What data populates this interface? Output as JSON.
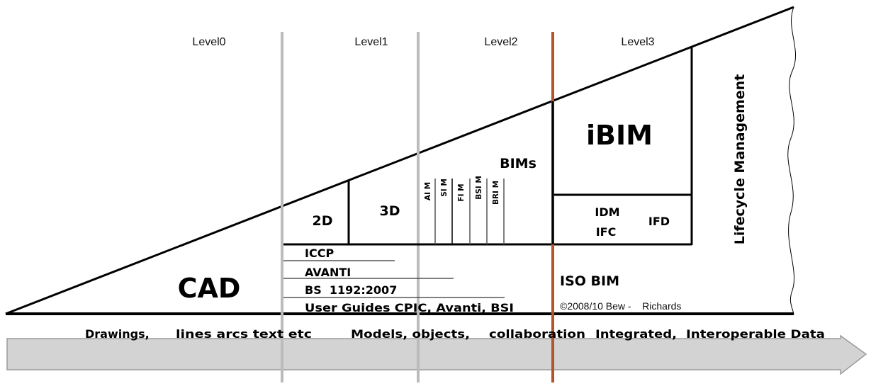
{
  "levels": [
    "Level0",
    "Level1",
    "Level2",
    "Level3"
  ],
  "regions": {
    "cad": "CAD",
    "two_d": "2D",
    "three_d": "3D",
    "bims": "BIMs",
    "ibim": "iBIM",
    "idm": "IDM",
    "ifc": "IFC",
    "ifd": "IFD",
    "iso_bim": "ISO BIM",
    "lifecycle": "Lifecycle Management"
  },
  "bim_types": [
    "AI M",
    "SI M",
    "FI M",
    "BSI M",
    "BRI M"
  ],
  "standards": [
    "ICCP",
    "AVANTI",
    "BS  1192:2007",
    "User Guides CPIC, Avanti, BSI"
  ],
  "copyright": "©2008/10 Bew -    Richards",
  "timeline": [
    "Drawings,",
    "lines arcs text etc",
    "Models, objects,",
    "collaboration",
    "Integrated,",
    "Interoperable Data"
  ],
  "colors": {
    "level3_divider": "#b5532a",
    "divider": "#bbbbbb",
    "arrow": "#d3d3d3"
  }
}
